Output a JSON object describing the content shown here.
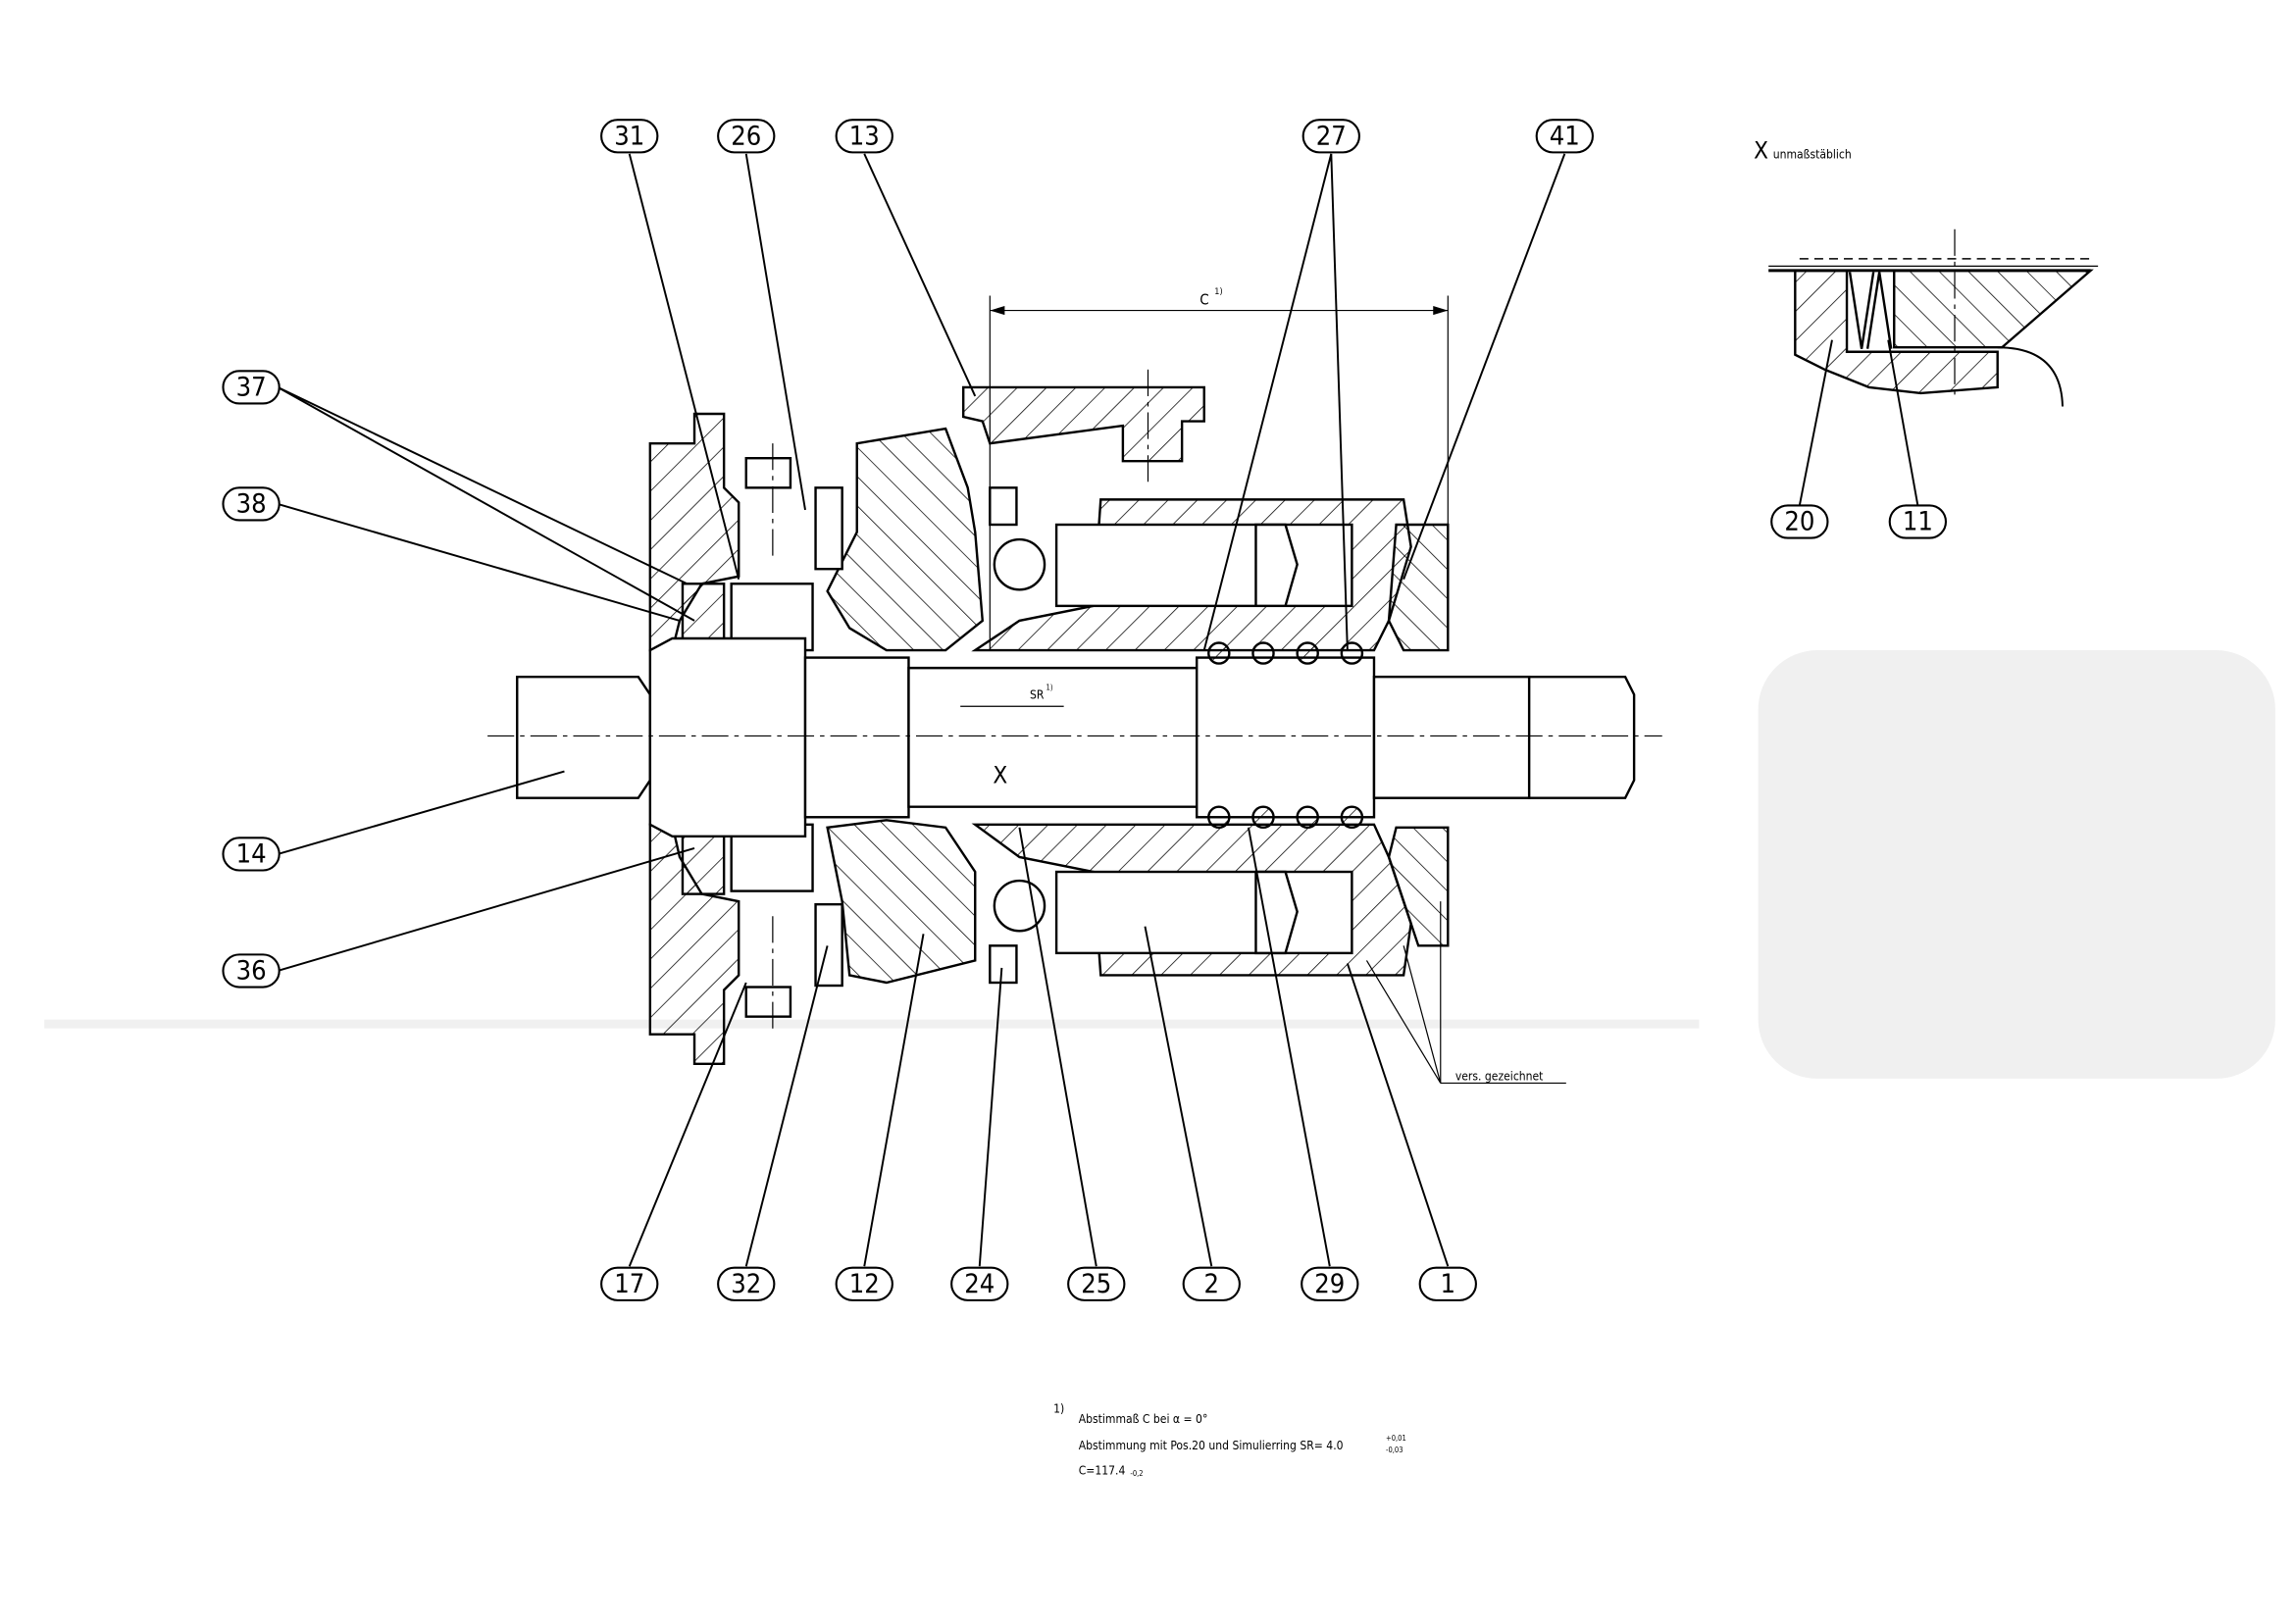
{
  "drawing": {
    "balloons_top": [
      "31",
      "26",
      "13",
      "27",
      "41"
    ],
    "balloons_left": [
      "37",
      "38",
      "14",
      "36"
    ],
    "balloons_bottom": [
      "17",
      "32",
      "12",
      "24",
      "25",
      "2",
      "29",
      "1"
    ],
    "detail": {
      "letter": "X",
      "caption": "unmaßstäblich",
      "balloons": [
        "20",
        "11"
      ]
    },
    "section_marker": "X",
    "dimension_c": "C",
    "dimension_c_sup": "1)",
    "dimension_sr": "SR",
    "dimension_sr_sup": "1)",
    "annotation": "vers. gezeichnet"
  },
  "notes": {
    "ref": "1)",
    "line1": "Abstimmaß C bei α = 0°",
    "line2": "Abstimmung mit Pos.20 und Simulierring SR= 4.0",
    "line2_tol_upper": "+0,01",
    "line2_tol_lower": "-0,03",
    "line3": "C=117.4",
    "line3_tol": "-0,2"
  }
}
